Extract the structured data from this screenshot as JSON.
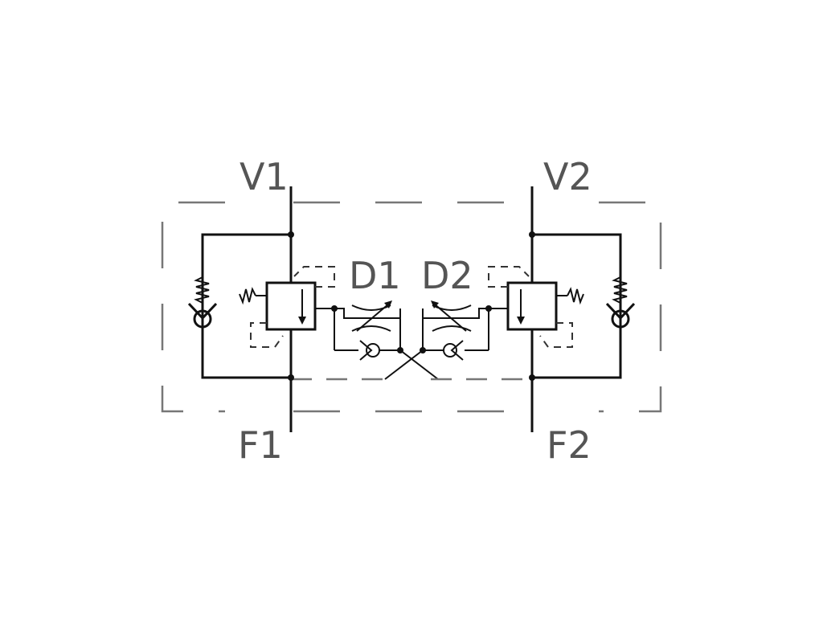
{
  "diagram": {
    "port_labels": {
      "v1": "V1",
      "v2": "V2",
      "f1": "F1",
      "f2": "F2",
      "d1": "D1",
      "d2": "D2"
    },
    "colors": {
      "lines": "#111111",
      "boundary": "#777777",
      "labels": "#555555",
      "background": "#ffffff"
    }
  }
}
